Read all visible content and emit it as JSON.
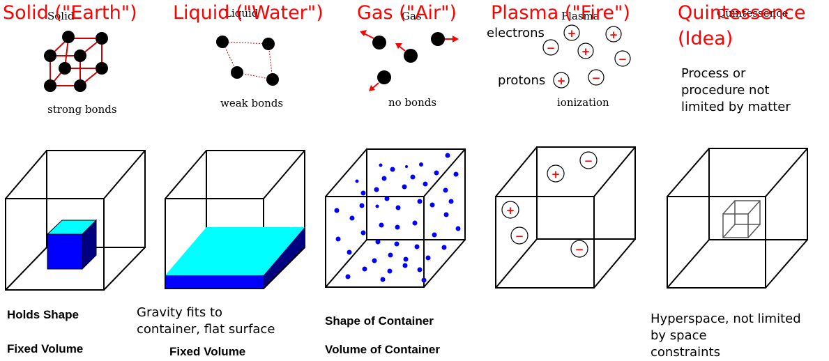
{
  "colors": {
    "heading": "#ff0000",
    "cyan": "#00ffff",
    "blue": "#0000ff",
    "navy": "#000080",
    "dot": "#0000ff"
  },
  "columns": [
    {
      "heading": "Solid (\"Earth\")",
      "sketch_title": "Solid",
      "sketch_caption": "strong bonds",
      "desc": [
        "Holds  Shape",
        "Fixed  Volume"
      ]
    },
    {
      "heading": "Liquid (\"Water\")",
      "sketch_title": "Liquid",
      "sketch_caption": "weak bonds",
      "desc": [
        "Gravity fits to",
        "container, flat surface",
        "Fixed  Volume"
      ]
    },
    {
      "heading": "Gas (\"Air\")",
      "sketch_title": "Gas",
      "sketch_caption": "no bonds",
      "desc": [
        "Shape  of  Container",
        "Volume of  Container"
      ]
    },
    {
      "heading": "Plasma (\"Fire\")",
      "sketch_title": "Plasma",
      "label_electrons": "electrons",
      "label_protons": "protons",
      "sketch_caption": "ionization",
      "ion_plus": "+",
      "ion_minus": "−"
    },
    {
      "heading_lines": [
        "Quintessence",
        "(Idea)"
      ],
      "sketch_title": "Quintessence",
      "note": [
        "Process or",
        "procedure not",
        "limited by matter"
      ],
      "desc": [
        "Hyperspace, not limited",
        "by space",
        "constraints"
      ]
    }
  ]
}
